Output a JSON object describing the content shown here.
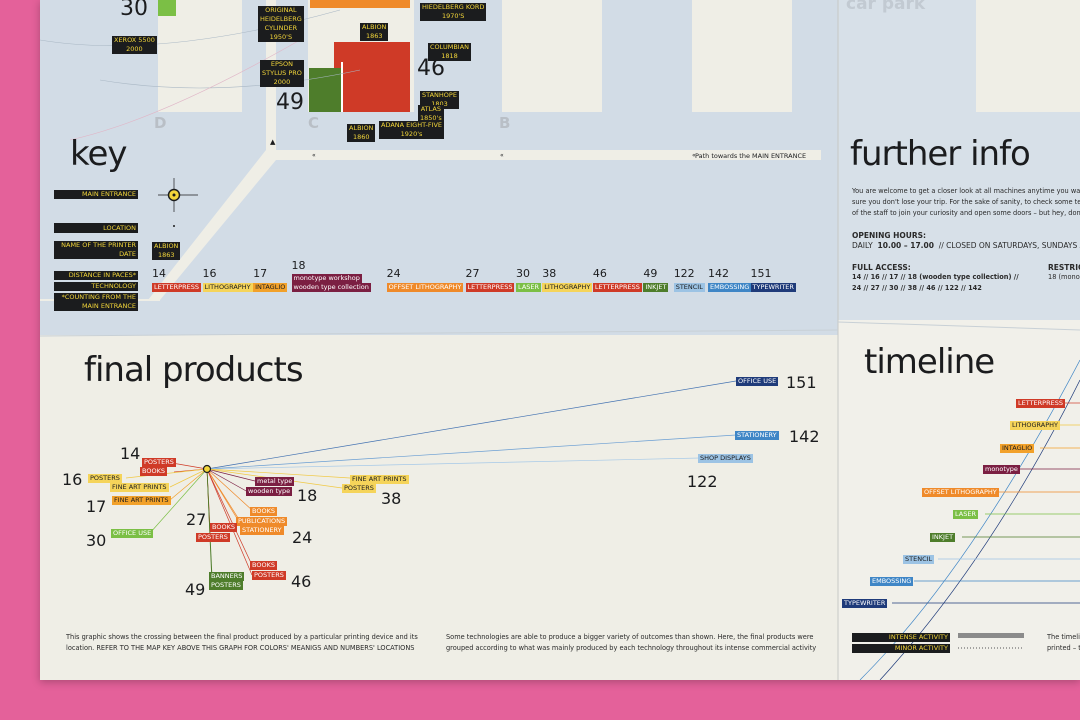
{
  "map": {
    "car_park": "car park",
    "building_letters": [
      "D",
      "C",
      "B"
    ],
    "path_label": "Path towards the MAIN ENTRANCE",
    "top_number": "30",
    "c_numbers": [
      "46",
      "49"
    ],
    "printer_tags": [
      {
        "name": "XEROX 5500",
        "year": "2000"
      },
      {
        "name": "ORIGINAL HEIDELBERG CYLINDER",
        "year": "1950'S"
      },
      {
        "name": "HIEDELBERG KORD",
        "year": "1970'S"
      },
      {
        "name": "ALBION",
        "year": "1863"
      },
      {
        "name": "COLUMBIAN",
        "year": "1818"
      },
      {
        "name": "EPSON STYLUS PRO",
        "year": "2000"
      },
      {
        "name": "STANHOPE",
        "year": "1803"
      },
      {
        "name": "ATLAS",
        "year": "1850's"
      },
      {
        "name": "ALBION",
        "year": "1860"
      },
      {
        "name": "ADANA EIGHT-FIVE",
        "year": "1920's"
      }
    ]
  },
  "key": {
    "title": "key",
    "labels": {
      "main_entrance": "MAIN ENTRANCE",
      "location": "LOCATION",
      "printer_name": "NAME OF THE PRINTER",
      "date": "DATE",
      "distance": "DISTANCE IN PACES*",
      "technology": "TECHNOLOGY",
      "note": "*COUNTING FROM THE MAIN ENTRANCE"
    },
    "example_name": "ALBION",
    "example_year": "1863",
    "distances": [
      {
        "n": "14",
        "tech": "LETTERPRESS",
        "color": "#cf3a27"
      },
      {
        "n": "16",
        "tech": "LITHOGRAPHY",
        "color": "#f5d45a"
      },
      {
        "n": "17",
        "tech": "INTAGLIO",
        "color": "#f2a12a"
      },
      {
        "n": "18",
        "tech": "wooden type collection",
        "extra": "monotype workshop",
        "color": "#7b1f42"
      },
      {
        "n": "24",
        "tech": "OFFSET LITHOGRAPHY",
        "color": "#ef8a2a"
      },
      {
        "n": "27",
        "tech": "LETTERPRESS",
        "color": "#cf3a27"
      },
      {
        "n": "30",
        "tech": "LASER",
        "color": "#7bbf45"
      },
      {
        "n": "38",
        "tech": "LITHOGRAPHY",
        "color": "#f5d45a"
      },
      {
        "n": "46",
        "tech": "LETTERPRESS",
        "color": "#cf3a27"
      },
      {
        "n": "49",
        "tech": "INKJET",
        "color": "#4e7d2b"
      },
      {
        "n": "122",
        "tech": "STENCIL",
        "color": "#9cc3e4"
      },
      {
        "n": "142",
        "tech": "EMBOSSING",
        "color": "#3f86c6"
      },
      {
        "n": "151",
        "tech": "TYPEWRITER",
        "color": "#1f3b7a"
      }
    ]
  },
  "info": {
    "title": "further info",
    "lines": [
      "You are welcome to get a closer look at all machines anytime you wan",
      "sure you don't lose your trip. For the sake of sanity, to check some tec",
      "of the staff to join your curiosity and open some doors – but hey, don't"
    ],
    "hours_label": "OPENING HOURS:",
    "hours_prefix": "DAILY",
    "hours_time": "10.00 – 17.00",
    "hours_note": "//  CLOSED ON SATURDAYS, SUNDAYS AND A",
    "full_access_label": "FULL ACCESS:",
    "full_access_1": "14  //  16  //  17  //  18 (wooden type collection)  //",
    "full_access_2": "24  //  27  //  30  //  38  //  46  //  122  //  142",
    "restricted_label": "RESTRIC",
    "restricted_value": "18 (mono"
  },
  "products": {
    "title": "final products",
    "numbers": [
      "14",
      "16",
      "17",
      "30",
      "27",
      "49",
      "18",
      "24",
      "46",
      "38",
      "151",
      "142",
      "122"
    ],
    "tags": {
      "posters14": "POSTERS",
      "books14": "BOOKS",
      "posters16": "POSTERS",
      "fineart16": "FINE ART PRINTS",
      "fineart17": "FINE ART PRINTS",
      "office30": "OFFICE USE",
      "metal18": "metal type",
      "wooden18": "wooden type",
      "books24": "BOOKS",
      "pub24": "PUBLICATIONS",
      "stat24": "STATIONERY",
      "books27": "BOOKS",
      "posters27": "POSTERS",
      "books46": "BOOKS",
      "posters46": "POSTERS",
      "banners49": "BANNERS",
      "posters49": "POSTERS",
      "fineart38": "FINE ART PRINTS",
      "posters38": "POSTERS",
      "office151": "OFFICE USE",
      "stat142": "STATIONERY",
      "shop122": "SHOP DISPLAYS"
    },
    "caption_left_1": "This graphic shows the crossing between the final product produced by a particular printing device and its",
    "caption_left_2": "location. REFER TO THE MAP KEY ABOVE THIS GRAPH FOR COLORS' MEANIGS AND NUMBERS' LOCATIONS",
    "caption_right_1": "Some technologies are able to produce a bigger variety of outcomes than shown. Here, the final products were",
    "caption_right_2": "grouped according to what was mainly produced by each technology throughout its intense commercial activity"
  },
  "timeline": {
    "title": "timeline",
    "techs": [
      "LETTERPRESS",
      "LITHOGRAPHY",
      "INTAGLIO",
      "monotype",
      "OFFSET LITHOGRAPHY",
      "LASER",
      "INKJET",
      "STENCIL",
      "EMBOSSING",
      "TYPEWRITER"
    ],
    "intense": "INTENSE ACTIVITY",
    "minor": "MINOR ACTIVITY",
    "note1": "The timeli",
    "note2": "printed – t"
  }
}
